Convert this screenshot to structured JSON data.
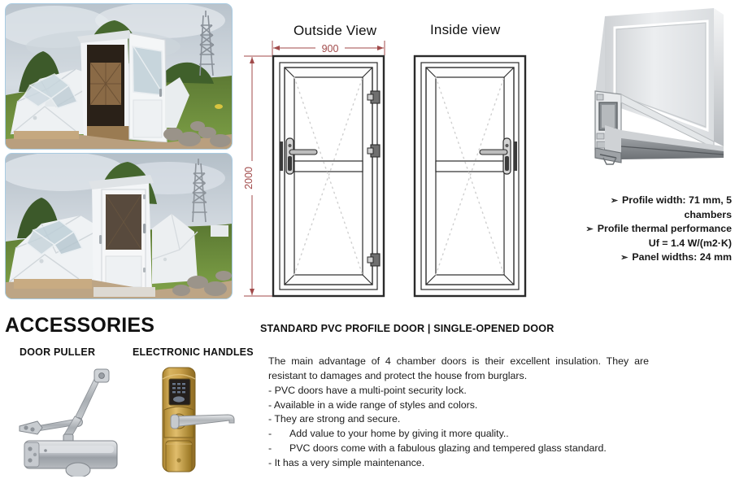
{
  "photos": {
    "dome_open_door": {
      "name": "geodesic-dome-greenhouse-with-open-pvc-door",
      "alt": "White geodesic dome greenhouse with an open white PVC door, grass field and communication tower in background"
    },
    "dome_closed_door": {
      "name": "geodesic-dome-greenhouse-with-closed-pvc-door",
      "alt": "White geodesic dome greenhouse with closed white PVC glazed door"
    },
    "profile_section": {
      "name": "pvc-door-profile-cross-section",
      "alt": "Cut-away photograph of a white PVC door profile showing internal chambers"
    },
    "door_closer": {
      "name": "door-closer-photo",
      "alt": "Silver hydraulic door closer with scissor arm"
    },
    "electronic_handle": {
      "name": "electronic-handle-photo",
      "alt": "Gold electronic door lock with keypad panel and silver lever handle"
    }
  },
  "drawings": {
    "outside": {
      "title": "Outside View"
    },
    "inside": {
      "title": "Inside view"
    },
    "dimensions": {
      "width_label": "900",
      "height_label": "2000",
      "line_color": "#a14a4a"
    }
  },
  "specs": {
    "bullet_glyph": "➢",
    "items": [
      "Profile width: 71 mm, 5 chambers",
      "Profile thermal performance Uf = 1.4 W/(m2·K)",
      "Panel widths: 24 mm"
    ],
    "lines": [
      {
        "bullet": true,
        "text": "Profile width: 71 mm, 5"
      },
      {
        "bullet": false,
        "text": "chambers"
      },
      {
        "bullet": true,
        "text": "Profile thermal performance"
      },
      {
        "bullet": false,
        "text": "Uf = 1.4 W/(m2·K)"
      },
      {
        "bullet": true,
        "text": "Panel widths: 24 mm"
      }
    ]
  },
  "accessories": {
    "section_title": "ACCESSORIES",
    "door_puller_label": "DOOR PULLER",
    "electronic_handles_label": "ELECTRONIC HANDLES"
  },
  "document": {
    "title": "STANDARD PVC PROFILE DOOR | SINGLE-OPENED DOOR",
    "intro": "The main advantage of 4 chamber doors is their excellent insulation. They are resistant to damages and protect the house from burglars.",
    "bullets": [
      "- PVC doors have a multi-point security lock.",
      "- Available in a wide range of styles and colors.",
      "- They are strong and secure.",
      "-        Add value to your home by giving it more quality..",
      "-        PVC doors come with a fabulous glazing and tempered glass standard.",
      "- It has a very simple maintenance."
    ],
    "bullet_rows": [
      {
        "dash": "-",
        "indent": false,
        "text": "PVC doors have a multi-point security lock."
      },
      {
        "dash": "-",
        "indent": false,
        "text": "Available in a wide range of styles and colors."
      },
      {
        "dash": "-",
        "indent": false,
        "text": "They are strong and secure."
      },
      {
        "dash": "-",
        "indent": true,
        "text": "Add value to your home by giving it more quality.."
      },
      {
        "dash": "-",
        "indent": true,
        "text": "PVC doors come with a fabulous glazing and tempered glass standard."
      },
      {
        "dash": "-",
        "indent": false,
        "text": "It has a very simple maintenance."
      }
    ]
  },
  "colors": {
    "page_background": "#ffffff",
    "text": "#1a1a1a",
    "dimension_red": "#a14a4a",
    "photo_border": "#a8cbe2",
    "drawing_line": "#2b2b2b",
    "handle_gold": "#c8a14a",
    "closer_silver": "#b9bcc0"
  }
}
